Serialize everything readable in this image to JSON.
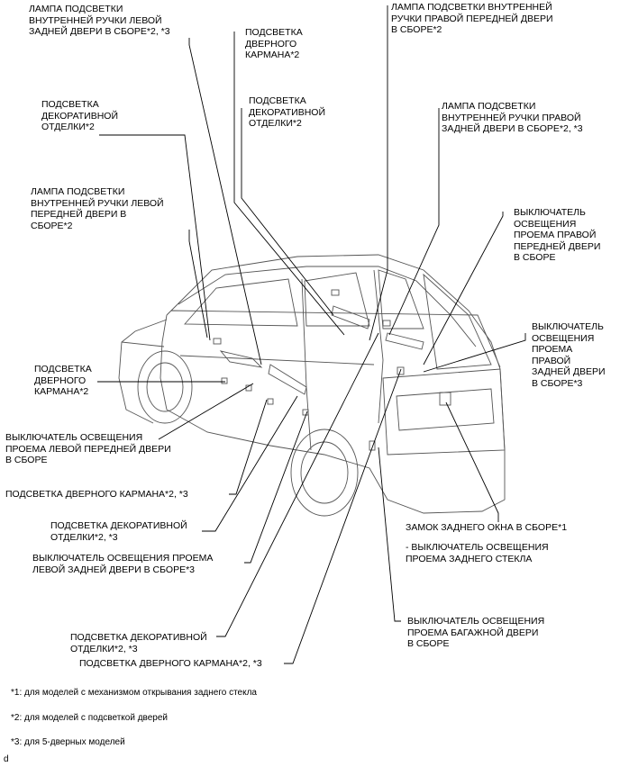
{
  "labels": {
    "rear_left_handle_lamp": [
      "ЛАМПА ПОДСВЕТКИ",
      "ВНУТРЕННЕЙ РУЧКИ ЛЕВОЙ",
      "ЗАДНЕЙ ДВЕРИ В СБОРЕ*2, *3"
    ],
    "door_pocket_light_top": [
      "ПОДСВЕТКА",
      "ДВЕРНОГО",
      "КАРМАНА*2"
    ],
    "front_right_handle_lamp": [
      "ЛАМПА ПОДСВЕТКИ ВНУТРЕННЕЙ",
      "РУЧКИ ПРАВОЙ ПЕРЕДНЕЙ ДВЕРИ",
      "В СБОРЕ*2"
    ],
    "trim_light_left": [
      "ПОДСВЕТКА",
      "ДЕКОРАТИВНОЙ",
      "ОТДЕЛКИ*2"
    ],
    "trim_light_center": [
      "ПОДСВЕТКА",
      "ДЕКОРАТИВНОЙ",
      "ОТДЕЛКИ*2"
    ],
    "rear_right_handle_lamp": [
      "ЛАМПА ПОДСВЕТКИ",
      "ВНУТРЕННЕЙ РУЧКИ ПРАВОЙ",
      "ЗАДНЕЙ ДВЕРИ В СБОРЕ*2, *3"
    ],
    "front_left_handle_lamp": [
      "ЛАМПА ПОДСВЕТКИ",
      "ВНУТРЕННЕЙ РУЧКИ ЛЕВОЙ",
      "ПЕРЕДНЕЙ ДВЕРИ В",
      "СБОРЕ*2"
    ],
    "front_right_courtesy_switch": [
      "ВЫКЛЮЧАТЕЛЬ",
      "ОСВЕЩЕНИЯ",
      "ПРОЕМА ПРАВОЙ",
      "ПЕРЕДНЕЙ ДВЕРИ",
      "В СБОРЕ"
    ],
    "rear_right_courtesy_switch": [
      "ВЫКЛЮЧАТЕЛЬ",
      "ОСВЕЩЕНИЯ",
      "ПРОЕМА",
      "ПРАВОЙ",
      "ЗАДНЕЙ ДВЕРИ",
      "В СБОРЕ*3"
    ],
    "door_pocket_light_left": [
      "ПОДСВЕТКА",
      "ДВЕРНОГО",
      "КАРМАНА*2"
    ],
    "front_left_courtesy_switch": [
      "ВЫКЛЮЧАТЕЛЬ ОСВЕЩЕНИЯ",
      "ПРОЕМА ЛЕВОЙ ПЕРЕДНЕЙ ДВЕРИ",
      "В СБОРЕ"
    ],
    "door_pocket_light_rear": [
      "ПОДСВЕТКА ДВЕРНОГО КАРМАНА*2, *3"
    ],
    "trim_light_rear": [
      "ПОДСВЕТКА ДЕКОРАТИВНОЙ",
      "ОТДЕЛКИ*2, *3"
    ],
    "rear_window_lock": [
      "ЗАМОК ЗАДНЕГО ОКНА В СБОРЕ*1"
    ],
    "rear_glass_courtesy_switch": [
      "- ВЫКЛЮЧАТЕЛЬ ОСВЕЩЕНИЯ",
      "ПРОЕМА ЗАДНЕГО СТЕКЛА"
    ],
    "rear_left_courtesy_switch": [
      "ВЫКЛЮЧАТЕЛЬ ОСВЕЩЕНИЯ ПРОЕМА",
      "ЛЕВОЙ ЗАДНЕЙ ДВЕРИ В СБОРЕ*3"
    ],
    "back_door_courtesy_switch": [
      "ВЫКЛЮЧАТЕЛЬ ОСВЕЩЕНИЯ",
      "ПРОЕМА БАГАЖНОЙ ДВЕРИ",
      "В СБОРЕ"
    ],
    "trim_light_bottom": [
      "ПОДСВЕТКА ДЕКОРАТИВНОЙ",
      "ОТДЕЛКИ*2, *3"
    ],
    "door_pocket_light_bottom": [
      "ПОДСВЕТКА ДВЕРНОГО КАРМАНА*2, *3"
    ]
  },
  "footnotes": {
    "n1": "*1: для моделей с механизмом открывания заднего стекла",
    "n2": "*2: для моделей с подсветкой дверей",
    "n3": "*3: для 5-дверных моделей"
  },
  "corner_mark": "d",
  "colors": {
    "line": "#000000",
    "background": "#ffffff"
  }
}
